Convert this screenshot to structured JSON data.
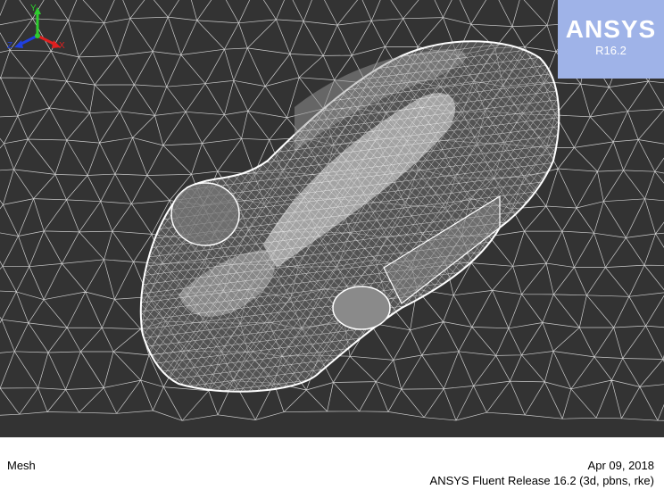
{
  "logo": {
    "brand": "ANSYS",
    "version": "R16.2"
  },
  "footer": {
    "view_name": "Mesh",
    "date": "Apr 09, 2018",
    "release": "ANSYS Fluent Release 16.2 (3d, pbns, rke)"
  },
  "triad": {
    "x_label": "X",
    "y_label": "Y",
    "z_label": "Z"
  },
  "colors": {
    "background": "#333333",
    "mesh": "#ffffff",
    "logo_bg": "#9fb3e8",
    "x_axis": "#e02020",
    "y_axis": "#2ecc2e",
    "z_axis": "#2040e0"
  }
}
